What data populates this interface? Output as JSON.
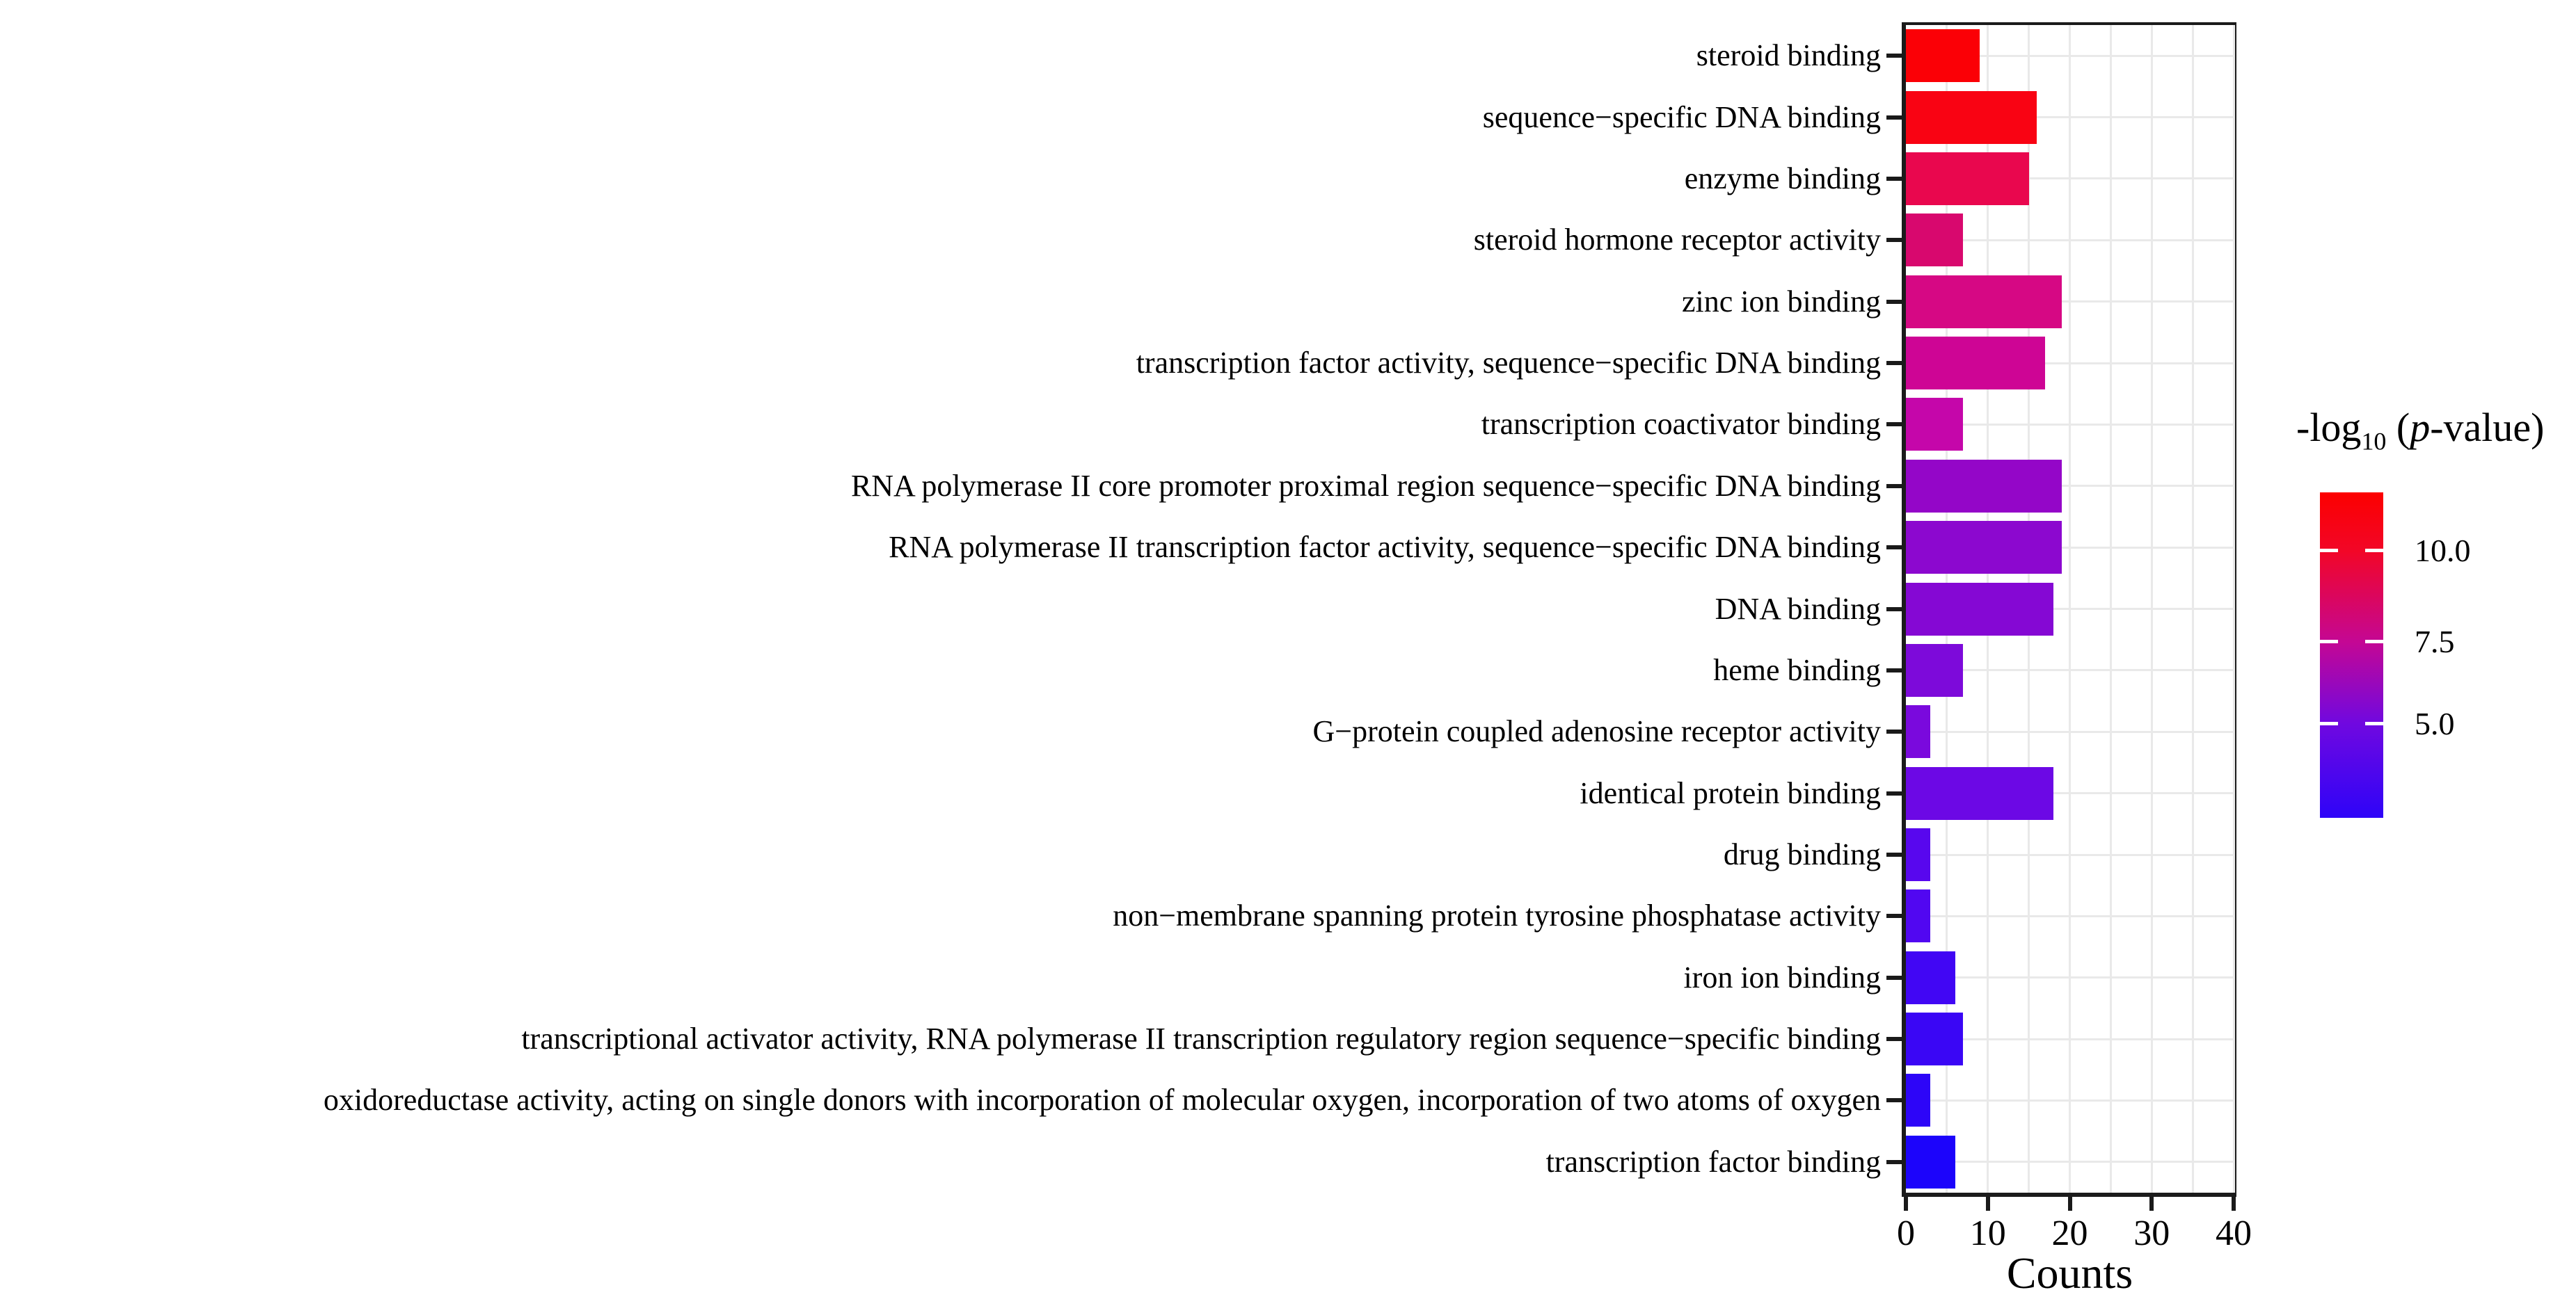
{
  "chart_data": {
    "type": "bar",
    "orientation": "horizontal",
    "title": "",
    "xlabel": "Counts",
    "ylabel": "",
    "xlim": [
      0,
      40
    ],
    "x_ticks": [
      "0",
      "10",
      "20",
      "30",
      "40"
    ],
    "grid": true,
    "categories": [
      "steroid binding",
      "sequence−specific DNA binding",
      "enzyme binding",
      "steroid hormone receptor activity",
      "zinc ion binding",
      "transcription factor activity, sequence−specific DNA binding",
      "transcription coactivator binding",
      "RNA polymerase II core promoter proximal region sequence−specific DNA binding",
      "RNA polymerase II transcription factor activity, sequence−specific DNA binding",
      "DNA binding",
      "heme binding",
      "G−protein coupled adenosine receptor activity",
      "identical protein binding",
      "drug binding",
      "non−membrane spanning protein tyrosine phosphatase activity",
      "iron ion binding",
      "transcriptional activator activity, RNA polymerase II transcription regulatory region sequence−specific binding",
      "oxidoreductase activity, acting on single donors with incorporation of molecular oxygen, incorporation of two atoms of oxygen",
      "transcription factor binding"
    ],
    "values": [
      9,
      16,
      15,
      7,
      19,
      17,
      7,
      19,
      19,
      18,
      7,
      3,
      18,
      3,
      3,
      6,
      7,
      3,
      6
    ],
    "bar_colors": [
      "#FB0006",
      "#F90313",
      "#E9074E",
      "#D8086E",
      "#D60884",
      "#CE0595",
      "#C506AA",
      "#9406C8",
      "#8C08CF",
      "#8508D4",
      "#7D0ADA",
      "#7A09DD",
      "#6C08E5",
      "#5807EE",
      "#5107F1",
      "#4106F4",
      "#3A06F5",
      "#2D05F8",
      "#1C04FB"
    ],
    "legend": {
      "title_prefix": "-log",
      "title_sub": "10",
      "title_mid": " (",
      "title_p": "p",
      "title_suffix": "-value)",
      "tick_labels": [
        "10.0",
        "7.5",
        "5.0"
      ],
      "gradient_stops": [
        {
          "pos": 0.0,
          "color": "#FC0000"
        },
        {
          "pos": 0.18,
          "color": "#F20627"
        },
        {
          "pos": 0.46,
          "color": "#C40794"
        },
        {
          "pos": 0.71,
          "color": "#7008E0"
        },
        {
          "pos": 1.0,
          "color": "#2E04F8"
        }
      ]
    }
  }
}
